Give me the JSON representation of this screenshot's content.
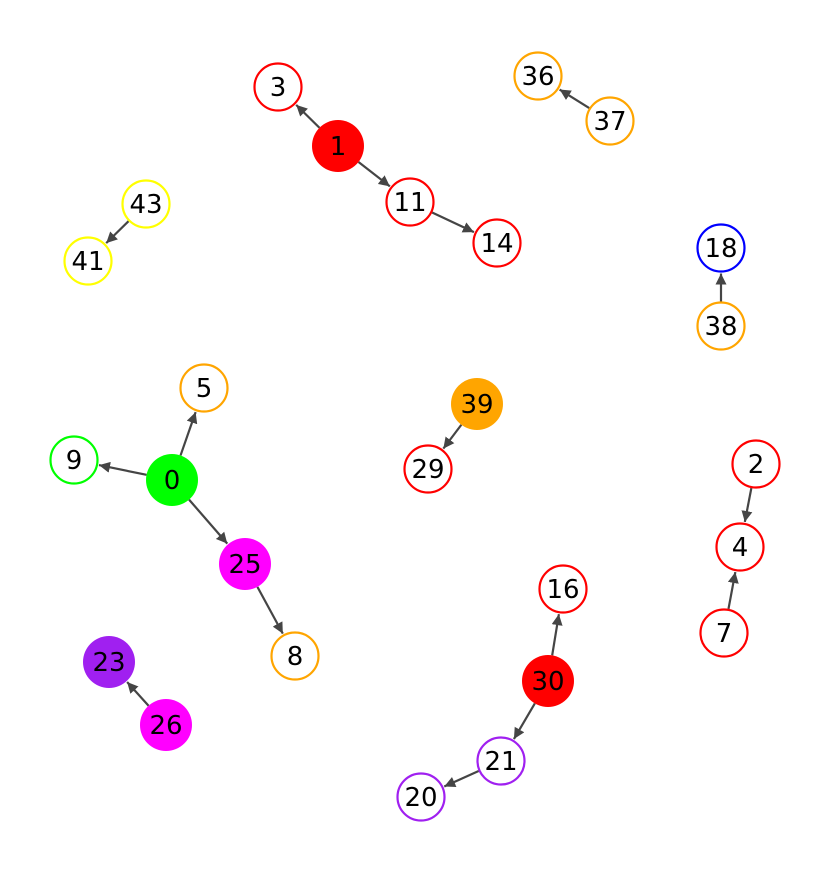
{
  "nodes": [
    {
      "id": "0",
      "color": "#00ff00",
      "filled": true
    },
    {
      "id": "1",
      "color": "#ff0000",
      "filled": true
    },
    {
      "id": "2",
      "color": "#ff0000",
      "filled": false
    },
    {
      "id": "3",
      "color": "#ff0000",
      "filled": false
    },
    {
      "id": "4",
      "color": "#ff0000",
      "filled": false
    },
    {
      "id": "5",
      "color": "#ffa500",
      "filled": false
    },
    {
      "id": "7",
      "color": "#ff0000",
      "filled": false
    },
    {
      "id": "8",
      "color": "#ffa500",
      "filled": false
    },
    {
      "id": "9",
      "color": "#00ff00",
      "filled": false
    },
    {
      "id": "11",
      "color": "#ff0000",
      "filled": false
    },
    {
      "id": "14",
      "color": "#ff0000",
      "filled": false
    },
    {
      "id": "16",
      "color": "#ff0000",
      "filled": false
    },
    {
      "id": "18",
      "color": "#0000ff",
      "filled": false
    },
    {
      "id": "20",
      "color": "#a020f0",
      "filled": false
    },
    {
      "id": "21",
      "color": "#a020f0",
      "filled": false
    },
    {
      "id": "23",
      "color": "#a020f0",
      "filled": true
    },
    {
      "id": "25",
      "color": "#ff00ff",
      "filled": true
    },
    {
      "id": "26",
      "color": "#ff00ff",
      "filled": true
    },
    {
      "id": "29",
      "color": "#ff0000",
      "filled": false
    },
    {
      "id": "30",
      "color": "#ff0000",
      "filled": true
    },
    {
      "id": "36",
      "color": "#ffa500",
      "filled": false
    },
    {
      "id": "37",
      "color": "#ffa500",
      "filled": false
    },
    {
      "id": "38",
      "color": "#ffa500",
      "filled": false
    },
    {
      "id": "39",
      "color": "#ffa500",
      "filled": true
    },
    {
      "id": "41",
      "color": "#ffff00",
      "filled": false
    },
    {
      "id": "43",
      "color": "#ffff00",
      "filled": false
    }
  ],
  "edges": [
    {
      "from": "1",
      "to": "3"
    },
    {
      "from": "1",
      "to": "11"
    },
    {
      "from": "11",
      "to": "14"
    },
    {
      "from": "37",
      "to": "36"
    },
    {
      "from": "43",
      "to": "41"
    },
    {
      "from": "38",
      "to": "18"
    },
    {
      "from": "0",
      "to": "5"
    },
    {
      "from": "0",
      "to": "9"
    },
    {
      "from": "0",
      "to": "25"
    },
    {
      "from": "25",
      "to": "8"
    },
    {
      "from": "39",
      "to": "29"
    },
    {
      "from": "2",
      "to": "4"
    },
    {
      "from": "7",
      "to": "4"
    },
    {
      "from": "30",
      "to": "16"
    },
    {
      "from": "30",
      "to": "21"
    },
    {
      "from": "21",
      "to": "20"
    },
    {
      "from": "26",
      "to": "23"
    }
  ]
}
